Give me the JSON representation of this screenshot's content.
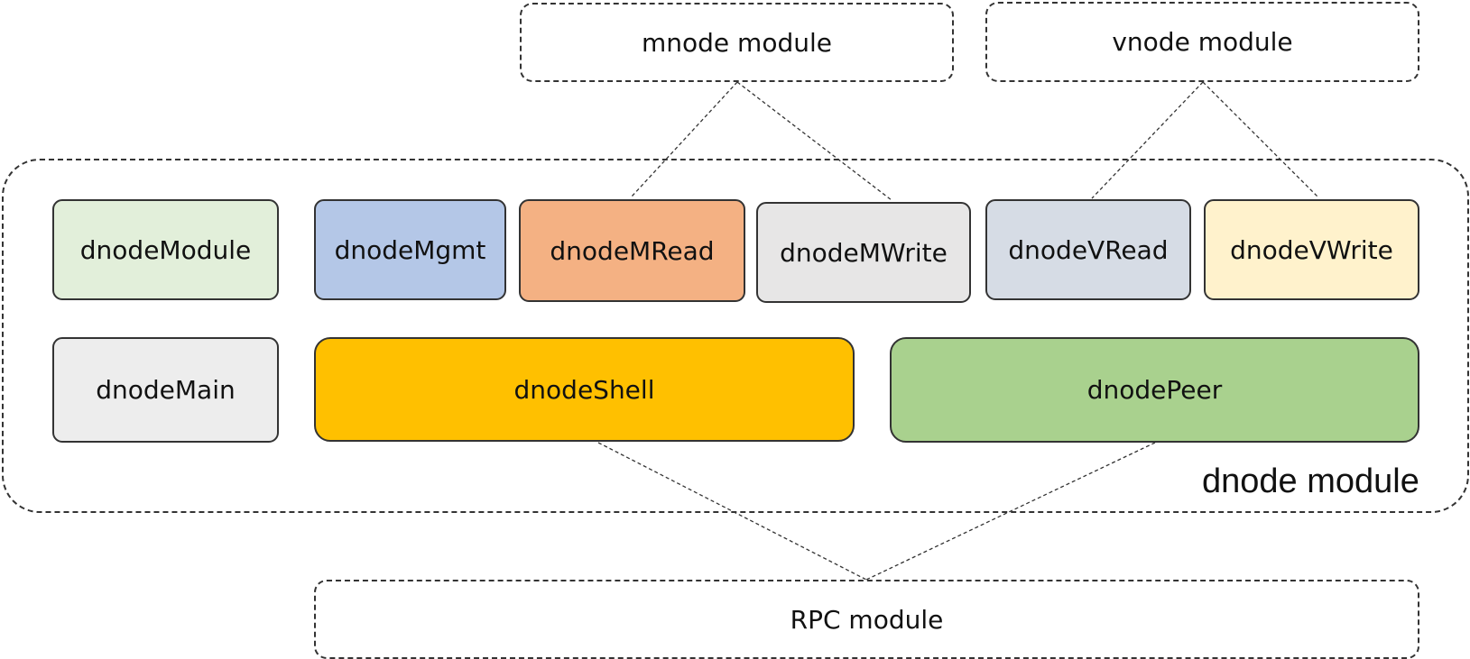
{
  "external_modules": {
    "mnode": "mnode module",
    "vnode": "vnode module",
    "rpc": "RPC module"
  },
  "container": {
    "label": "dnode module"
  },
  "components": [
    {
      "key": "dnodeModule",
      "label": "dnodeModule",
      "color": "#e2efda"
    },
    {
      "key": "dnodeMgmt",
      "label": "dnodeMgmt",
      "color": "#b4c7e7"
    },
    {
      "key": "dnodeMRead",
      "label": "dnodeMRead",
      "color": "#f4b183"
    },
    {
      "key": "dnodeMWrite",
      "label": "dnodeMWrite",
      "color": "#e7e6e6"
    },
    {
      "key": "dnodeVRead",
      "label": "dnodeVRead",
      "color": "#d6dce5"
    },
    {
      "key": "dnodeVWrite",
      "label": "dnodeVWrite",
      "color": "#fff2cc"
    },
    {
      "key": "dnodeMain",
      "label": "dnodeMain",
      "color": "#ededed"
    },
    {
      "key": "dnodeShell",
      "label": "dnodeShell",
      "color": "#ffc000"
    },
    {
      "key": "dnodePeer",
      "label": "dnodePeer",
      "color": "#a9d18e"
    }
  ]
}
